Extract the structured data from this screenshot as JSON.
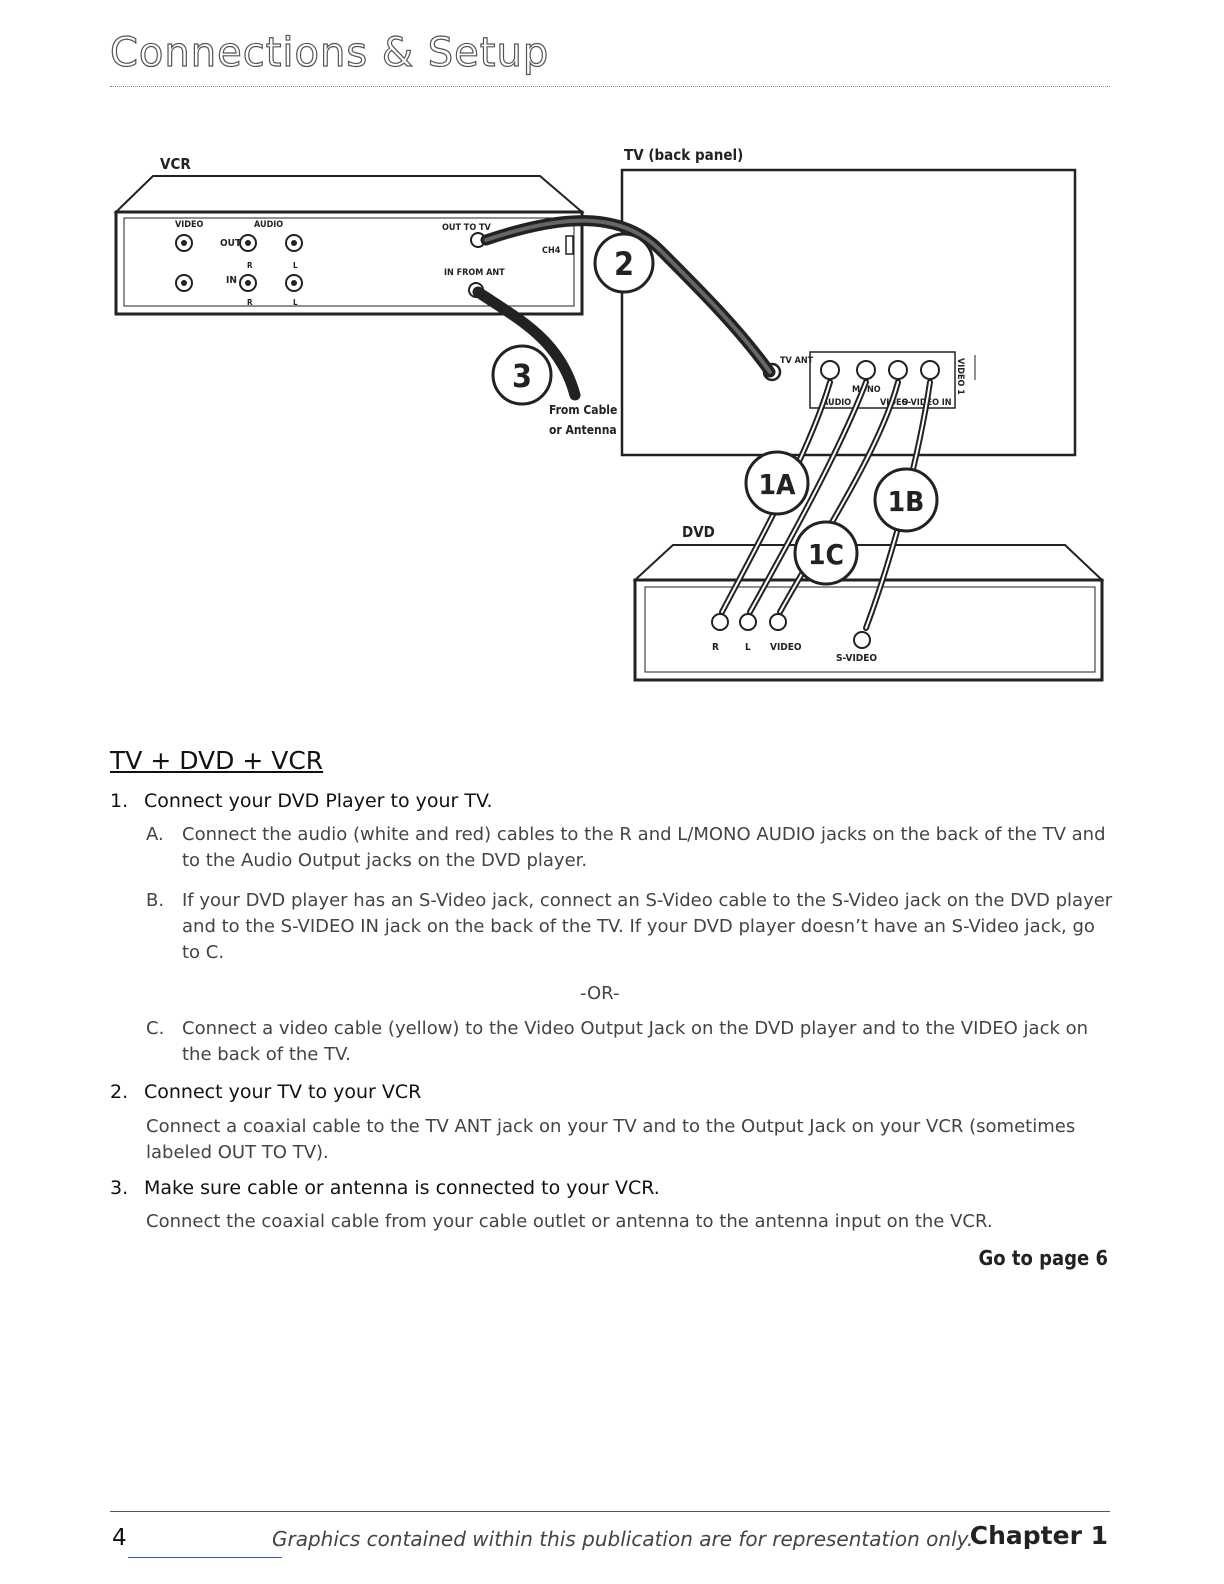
{
  "page": {
    "title": "Connections & Setup",
    "section_heading": "TV + DVD + VCR",
    "footer_note": "Graphics contained within this publication are for representation only.",
    "chapter": "Chapter 1",
    "page_number": "4",
    "go_to": "Go to page 6"
  },
  "diagram": {
    "vcr_label": "VCR",
    "tv_label": "TV (back panel)",
    "dvd_label": "DVD",
    "vcr_panel": {
      "video": "VIDEO",
      "audio": "AUDIO",
      "out": "OUT",
      "in": "IN",
      "r1": "R",
      "l1": "L",
      "r2": "R",
      "l2": "L",
      "out_to_tv": "OUT TO TV",
      "in_from_ant": "IN FROM ANT",
      "ch": "CH4"
    },
    "from_cable_line1": "From Cable",
    "from_cable_line2": "or Antenna",
    "tv_panel": {
      "tv_ant": "TV ANT",
      "video1": "VIDEO 1",
      "audio": "AUDIO",
      "mono": "MONO",
      "video": "VIDEO",
      "svideo_in": "S-VIDEO IN"
    },
    "dvd_panel": {
      "r": "R",
      "l": "L",
      "video": "VIDEO",
      "svideo": "S-VIDEO"
    },
    "callouts": [
      "2",
      "3",
      "1A",
      "1B",
      "1C"
    ]
  },
  "steps": [
    {
      "number": "1.",
      "title": "Connect your DVD Player to your TV.",
      "items": [
        {
          "letter": "A.",
          "text": "Connect the audio (white and red) cables to the R and L/MONO AUDIO jacks on the back of the TV and to the Audio Output jacks on the DVD player."
        },
        {
          "letter": "B.",
          "text": "If your DVD player has an S-Video jack, connect an S-Video cable to the S-Video jack on the DVD player and to the S-VIDEO IN jack on the back of the TV. If your DVD player doesn’t have an S-Video jack, go to C."
        },
        {
          "letter": "C.",
          "text": "Connect a video cable (yellow) to the Video Output Jack on the DVD player and to the VIDEO jack on the back of the TV."
        }
      ],
      "or_text": "-OR-"
    },
    {
      "number": "2.",
      "title": "Connect your TV to your VCR",
      "text": "Connect a coaxial cable to the TV ANT jack on your TV and to the Output Jack on your VCR (sometimes labeled OUT TO TV)."
    },
    {
      "number": "3.",
      "title": "Make sure cable or antenna is connected to your VCR.",
      "text": "Connect the coaxial cable from your cable outlet or antenna to the antenna input on the VCR."
    }
  ]
}
